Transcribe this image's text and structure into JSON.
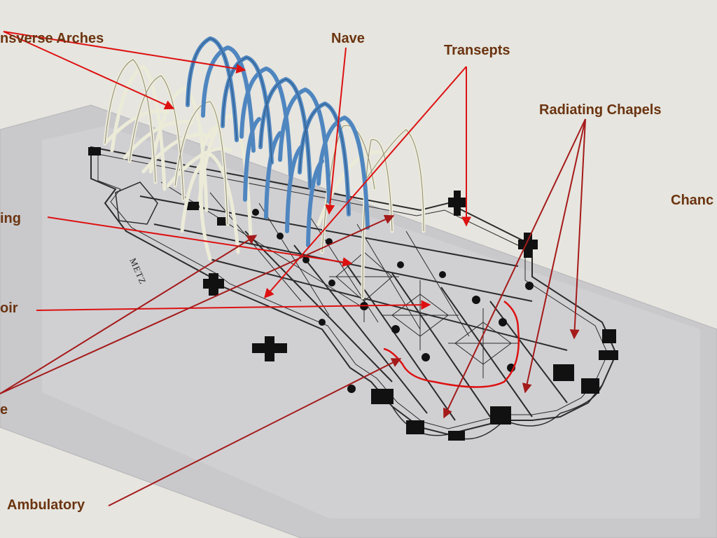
{
  "labels": {
    "transverse_arches": "nsverse Arches",
    "nave": "Nave",
    "transepts": "Transepts",
    "radiating_chapels": "Radiating Chapels",
    "chancel": "Chanc",
    "crossing": "ing",
    "choir": "oir",
    "aisle": "e",
    "ambulatory": "Ambulatory"
  },
  "plan_stamp": "METZ",
  "colors": {
    "background": "#e6e5df",
    "sheet": "#c9c9cc",
    "plan_line": "#2b2b2b",
    "pier": "#111111",
    "vault_blue": "#4f86c0",
    "vault_white": "#ecebd8",
    "arrow_red": "#dd1111",
    "arrow_darkred": "#a51a1a",
    "label_text": "#6b3410"
  }
}
